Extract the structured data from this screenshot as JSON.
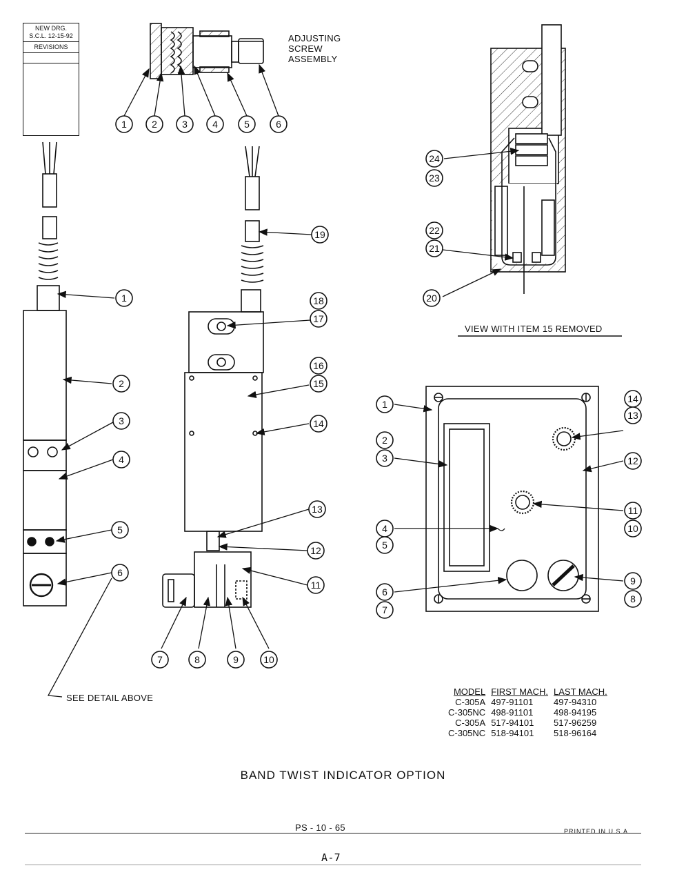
{
  "revisions": {
    "new_drg_line1": "NEW DRG.",
    "new_drg_line2": "S.C.L. 12-15-92",
    "revisions_label": "REVISIONS"
  },
  "adjusting_screw": {
    "title_line1": "ADJUSTING",
    "title_line2": "SCREW",
    "title_line3": "ASSEMBLY",
    "callouts": [
      "1",
      "2",
      "3",
      "4",
      "5",
      "6"
    ]
  },
  "left_assembly_callouts": [
    "1",
    "2",
    "3",
    "4",
    "5",
    "6"
  ],
  "see_detail": "SEE DETAIL ABOVE",
  "center_assembly_callouts": [
    "19",
    "18",
    "17",
    "16",
    "15",
    "14",
    "13",
    "12",
    "11",
    "7",
    "8",
    "9",
    "10"
  ],
  "internal_view": {
    "callouts": [
      "24",
      "23",
      "22",
      "21",
      "20"
    ],
    "caption": "VIEW WITH ITEM 15 REMOVED"
  },
  "front_panel_callouts": {
    "left": [
      "1",
      "2",
      "3",
      "4",
      "5",
      "6",
      "7"
    ],
    "right": [
      "14",
      "13",
      "12",
      "11",
      "10",
      "9",
      "8"
    ]
  },
  "model_table": {
    "headers": [
      "MODEL",
      "FIRST MACH.",
      "LAST MACH."
    ],
    "rows": [
      [
        "C-305A",
        "497-91101",
        "497-94310"
      ],
      [
        "C-305NC",
        "498-91101",
        "498-94195"
      ],
      [
        "C-305A",
        "517-94101",
        "517-96259"
      ],
      [
        "C-305NC",
        "518-94101",
        "518-96164"
      ]
    ]
  },
  "title": "BAND TWIST INDICATOR OPTION",
  "page_code": "PS - 10 - 65",
  "printed": "PRINTED IN U.S.A.",
  "page_number": "A-7"
}
